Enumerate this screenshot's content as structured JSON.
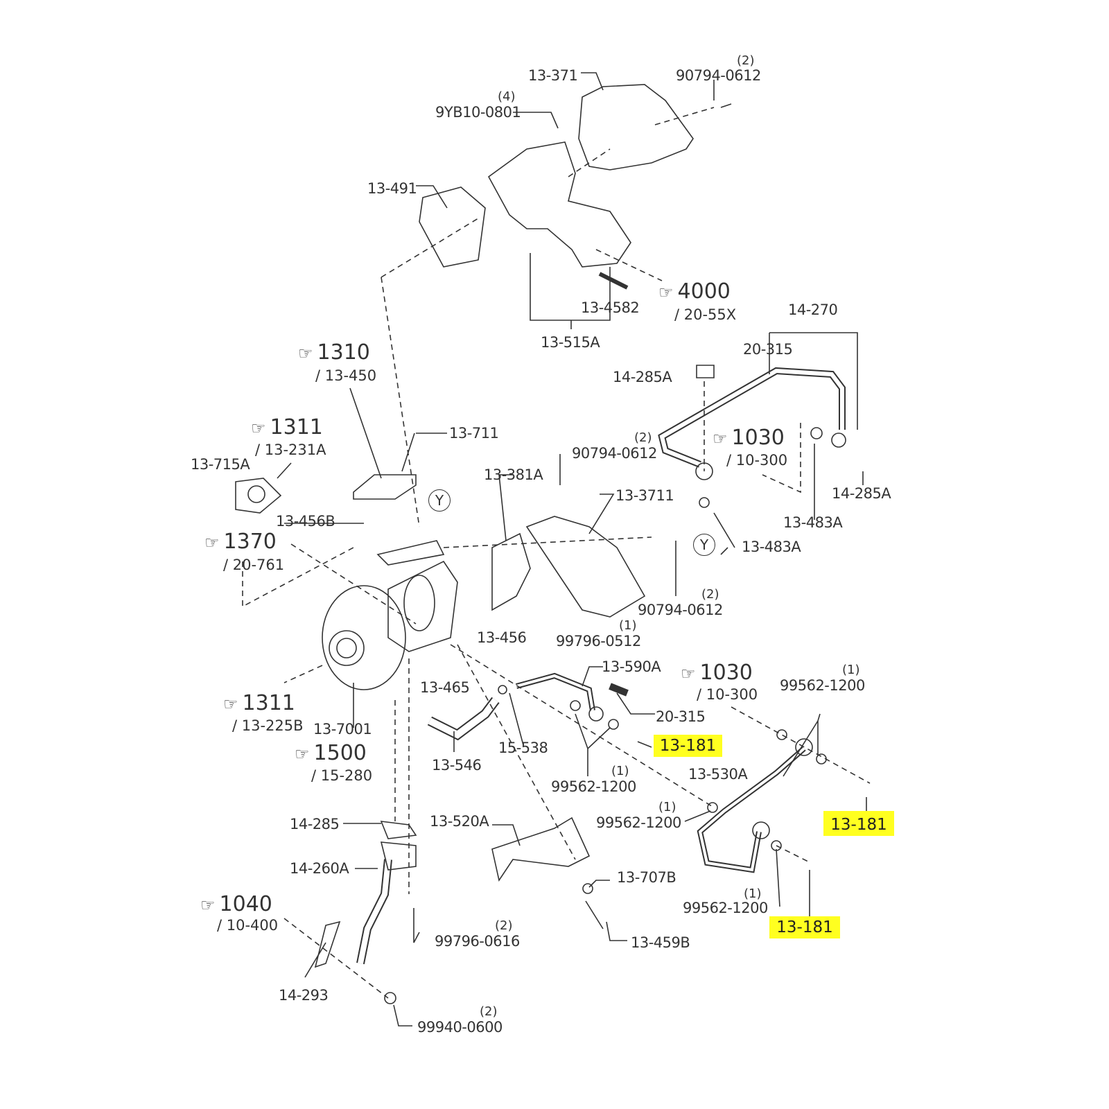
{
  "labels": {
    "p13_371": "13-371",
    "p90794_top": "90794-0612",
    "q90794_top": "(2)",
    "p9yb10": "9YB10-0801",
    "q9yb10": "(4)",
    "p13_491": "13-491",
    "p13_4582": "13-4582",
    "p13_515a": "13-515A",
    "p14_270": "14-270",
    "p20_315a": "20-315",
    "p14_285a_top": "14-285A",
    "p13_715a": "13-715A",
    "p13_711": "13-711",
    "p90794_mid": "90794-0612",
    "q90794_mid": "(2)",
    "p13_381a": "13-381A",
    "p14_285a_right": "14-285A",
    "p13_3711": "13-3711",
    "p13_456b": "13-456B",
    "p13_483a_1": "13-483A",
    "p13_483a_2": "13-483A",
    "p90794_low": "90794-0612",
    "q90794_low": "(2)",
    "p99796_0512": "99796-0512",
    "q99796_0512": "(1)",
    "p13_456": "13-456",
    "p13_590a": "13-590A",
    "p99562_a": "99562-1200",
    "q99562_a": "(1)",
    "p13_465": "13-465",
    "p20_315b": "20-315",
    "p13_7001": "13-7001",
    "p15_538": "15-538",
    "p13_546": "13-546",
    "p99562_b": "99562-1200",
    "q99562_b": "(1)",
    "p13_530a": "13-530A",
    "p99562_c": "99562-1200",
    "q99562_c": "(1)",
    "p13_520a": "13-520A",
    "p14_285": "14-285",
    "p14_260a": "14-260A",
    "p13_707b": "13-707B",
    "p99562_d": "99562-1200",
    "q99562_d": "(1)",
    "p99796_0616": "99796-0616",
    "q99796_0616": "(2)",
    "p13_459b": "13-459B",
    "p14_293": "14-293",
    "p99940": "99940-0600",
    "q99940": "(2)",
    "y1": "Y",
    "y2": "Y"
  },
  "highlighted": [
    "13-181",
    "13-181",
    "13-181"
  ],
  "refs": [
    {
      "num": "4000",
      "sub": "/ 20-55X"
    },
    {
      "num": "1310",
      "sub": "/ 13-450"
    },
    {
      "num": "1311",
      "sub": "/ 13-231A"
    },
    {
      "num": "1030",
      "sub": "/ 10-300"
    },
    {
      "num": "1370",
      "sub": "/ 20-761"
    },
    {
      "num": "1030",
      "sub": "/ 10-300"
    },
    {
      "num": "1311",
      "sub": "/ 13-225B"
    },
    {
      "num": "1500",
      "sub": "/ 15-280"
    },
    {
      "num": "1040",
      "sub": "/ 10-400"
    }
  ],
  "colors": {
    "highlight": "#ffff20",
    "ink": "#333333"
  }
}
